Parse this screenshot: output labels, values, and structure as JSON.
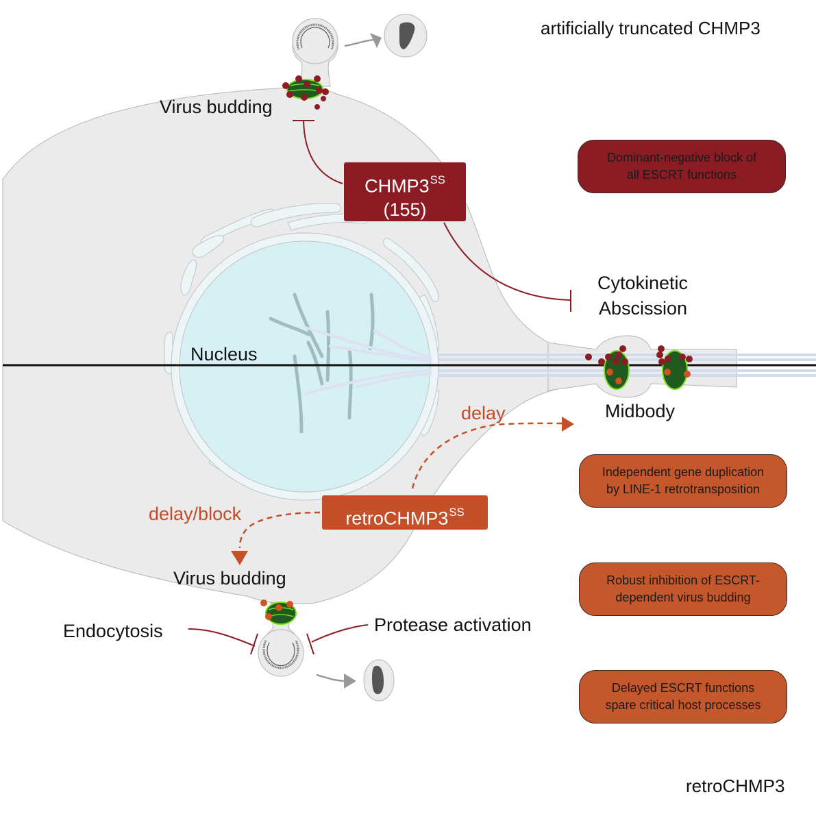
{
  "header": {
    "top_right": "artificially truncated CHMP3",
    "bottom_right": "retroCHMP3"
  },
  "labels": {
    "virus_budding_top": "Virus budding",
    "virus_budding_bottom": "Virus budding",
    "nucleus": "Nucleus",
    "cytokinetic_line1": "Cytokinetic",
    "cytokinetic_line2": "Abscission",
    "midbody": "Midbody",
    "endocytosis": "Endocytosis",
    "protease": "Protease activation",
    "delay": "delay",
    "delay_block": "delay/block"
  },
  "boxes": {
    "chmp3ss": {
      "name": "CHMP3",
      "superscript": "SS",
      "line2": "(155)"
    },
    "retro": {
      "name": "retroCHMP3",
      "superscript": "SS"
    }
  },
  "summary_pills": [
    {
      "line1": "Dominant-negative block of",
      "line2": "all ESCRT functions",
      "variant": "dark"
    },
    {
      "line1": "Independent gene duplication",
      "line2": "by LINE-1 retrotransposition",
      "variant": "orange"
    },
    {
      "line1": "Robust inhibition of ESCRT-",
      "line2": "dependent virus budding",
      "variant": "orange"
    },
    {
      "line1": "Delayed ESCRT functions",
      "line2": "spare critical host processes",
      "variant": "orange"
    }
  ],
  "colors": {
    "cell": "#ebebeb",
    "nucleus": "#d6f0f3",
    "er": "#eef5f7",
    "dark_red": "#8b1c24",
    "orange": "#c4502a",
    "escrt_dark_green": "#1f5a1f",
    "escrt_light_green": "#7ddc1f"
  }
}
